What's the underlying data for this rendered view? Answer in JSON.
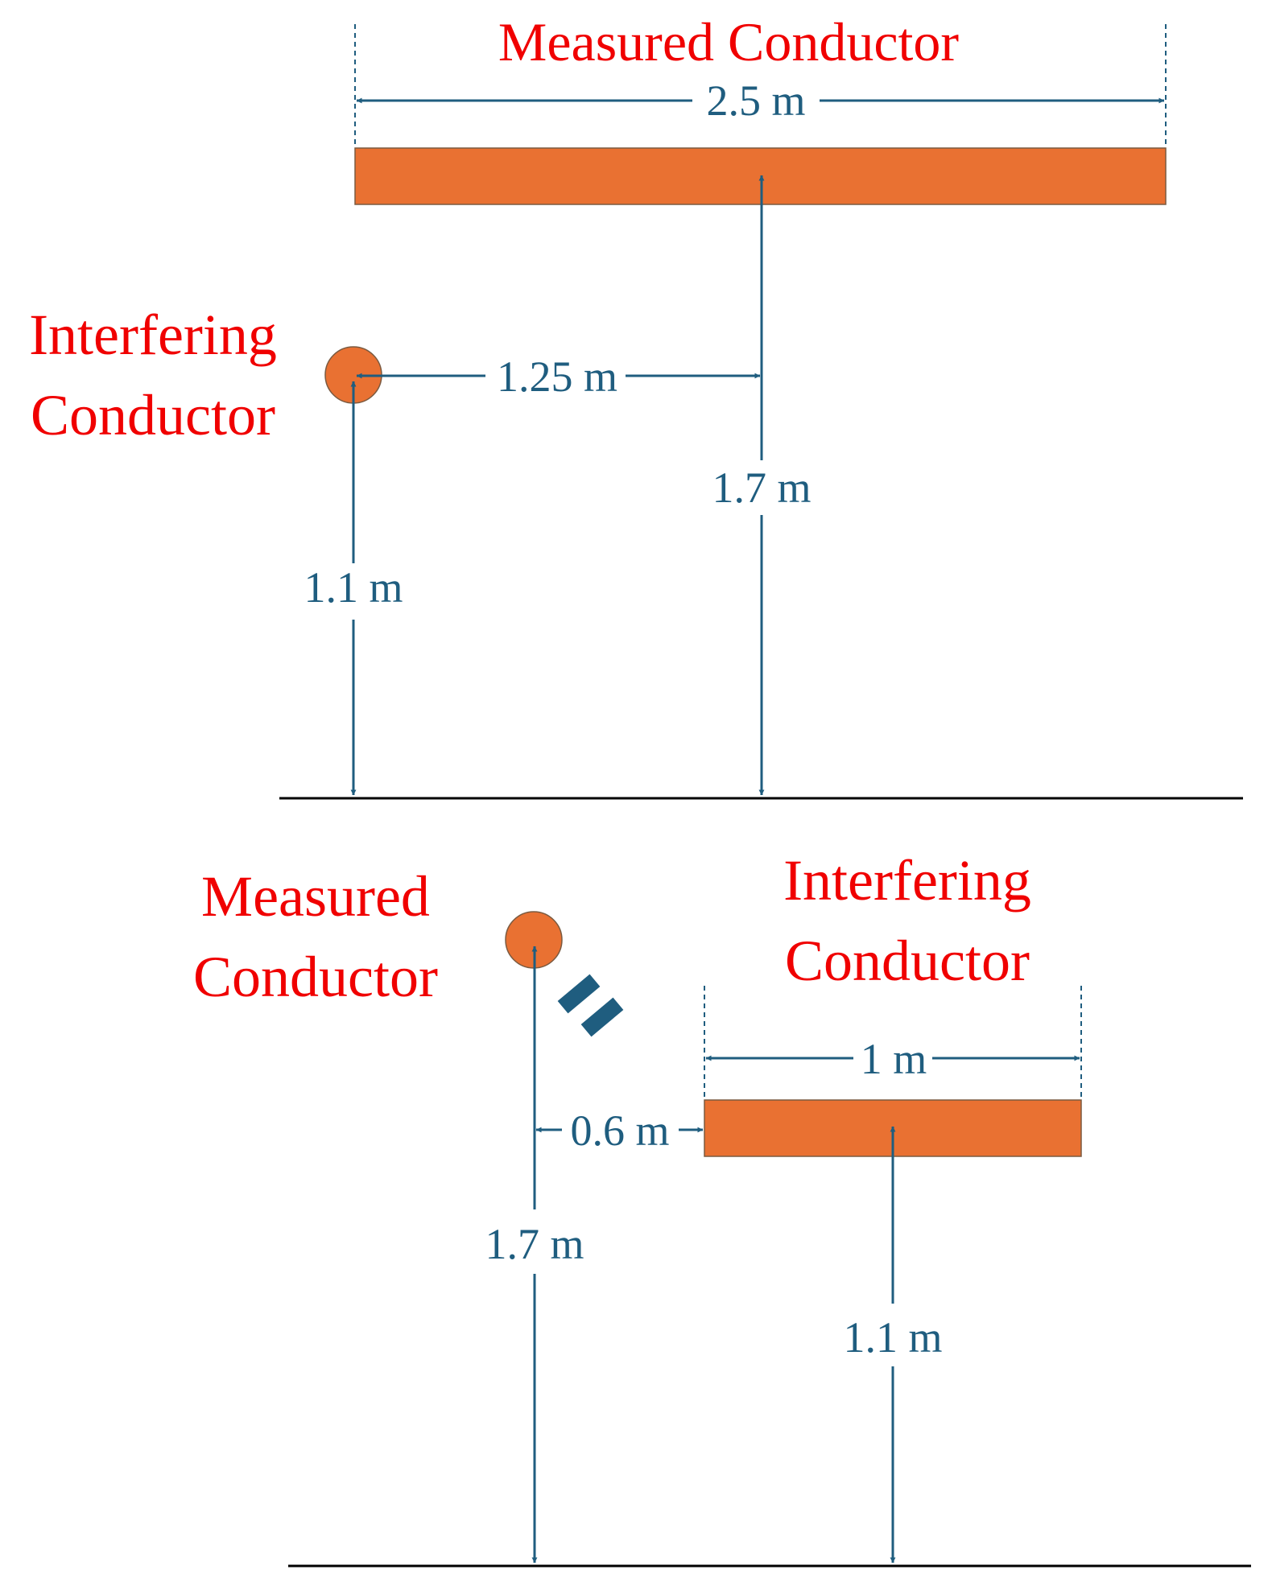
{
  "colors": {
    "label": "#f00000",
    "dimension": "#1f5d7f",
    "conductor": "#e97132",
    "ground": "#000000"
  },
  "top": {
    "measured_label": "Measured Conductor",
    "interfering_label_line1": "Interfering",
    "interfering_label_line2": "Conductor",
    "dims": {
      "width": "2.5 m",
      "horizontal": "1.25 m",
      "measured_height": "1.7 m",
      "interfering_height": "1.1 m"
    }
  },
  "bottom": {
    "measured_label_line1": "Measured",
    "measured_label_line2": "Conductor",
    "interfering_label_line1": "Interfering",
    "interfering_label_line2": "Conductor",
    "dims": {
      "width": "1 m",
      "horizontal": "0.6 m",
      "measured_height": "1.7 m",
      "interfering_height": "1.1 m"
    }
  }
}
